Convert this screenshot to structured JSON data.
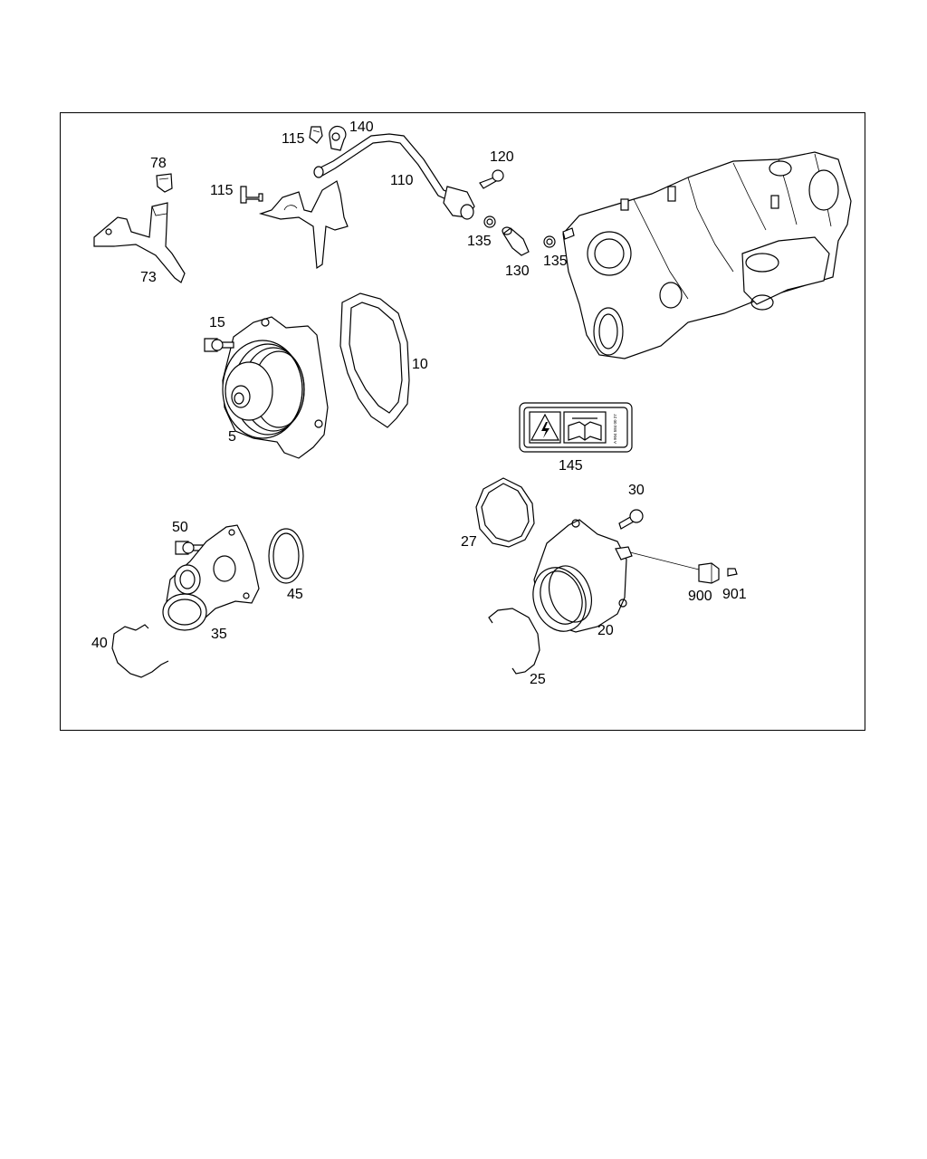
{
  "labels": {
    "p5": "5",
    "p10": "10",
    "p15": "15",
    "p20": "20",
    "p25": "25",
    "p27": "27",
    "p30": "30",
    "p35": "35",
    "p40": "40",
    "p45": "45",
    "p50": "50",
    "p73": "73",
    "p78": "78",
    "p110": "110",
    "p115a": "115",
    "p115b": "115",
    "p120": "120",
    "p130": "130",
    "p135a": "135",
    "p135b": "135",
    "p140": "140",
    "p145": "145",
    "p900": "900",
    "p901": "901"
  },
  "sticker": {
    "part_number": "A 904 584 00 27"
  },
  "icons": [
    "high-voltage-warning-icon",
    "wrench-manual-icon"
  ]
}
